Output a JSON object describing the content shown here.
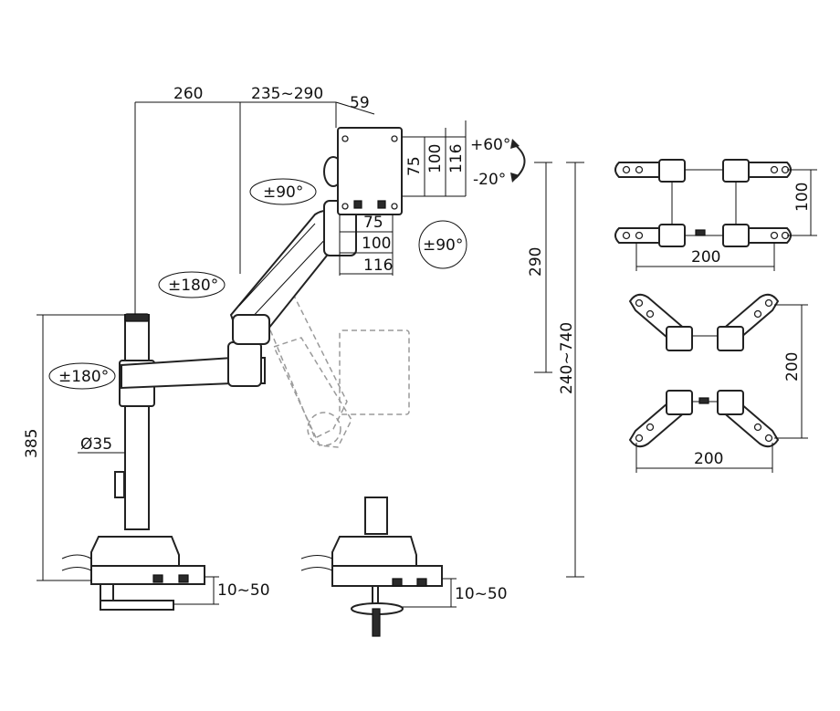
{
  "labels": {
    "arm_reach_1": "260",
    "arm_reach_2": "235~290",
    "vesa_offset": "59",
    "vesa_75_vertical": "75",
    "vesa_100_vertical": "100",
    "vesa_116_vertical": "116",
    "vesa_75_horizontal": "75",
    "vesa_100_horizontal": "100",
    "vesa_116_horizontal": "116",
    "tilt_up": "+60°",
    "tilt_down": "-20°",
    "swivel_arm": "±90°",
    "rotate_panel": "±90°",
    "elbow_rotation": "±180°",
    "base_rotation": "±180°",
    "height_290": "290",
    "height_range": "240~740",
    "pole_height": "385",
    "pole_diameter": "Ø35",
    "clamp_thickness_1": "10~50",
    "clamp_thickness_2": "10~50",
    "adapter1_height": "100",
    "adapter1_width": "200",
    "adapter2_height": "200",
    "adapter2_width": "200"
  }
}
